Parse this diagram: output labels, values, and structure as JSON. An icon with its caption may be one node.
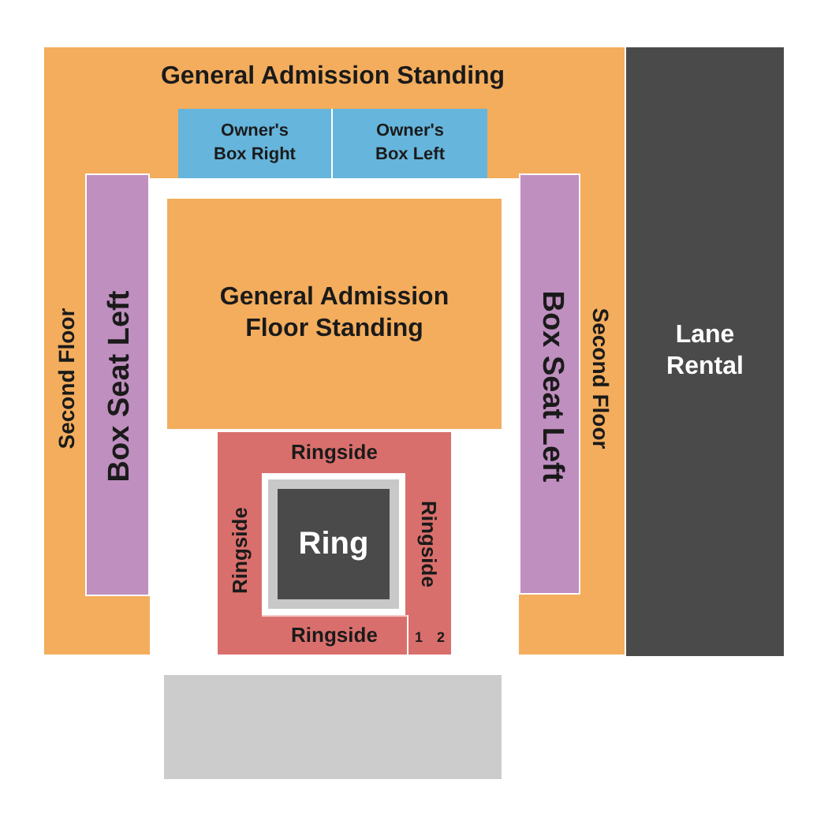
{
  "diagram": {
    "nodes": [
      {
        "text": [
          "General Admission Standing"
        ]
      },
      {
        "text": [
          "Owner's Box Right"
        ],
        "in": 0
      },
      {
        "text": [
          "Owner's Box Left"
        ],
        "in": 0
      },
      {
        "text": [
          "Second Floor"
        ]
      },
      {
        "text": [
          "Box Seat Left"
        ],
        "in": 3
      },
      {
        "text": [
          "General Admission Floor Standing"
        ]
      },
      {
        "text": [
          "Second Floor"
        ]
      },
      {
        "text": [
          "Box Seat Left"
        ],
        "in": 6
      },
      {
        "text": [
          "Lane Rental"
        ]
      },
      {
        "text": [
          "Ringside"
        ]
      },
      {
        "text": [
          "Ringside"
        ]
      },
      {
        "text": [
          "Ring"
        ]
      },
      {
        "text": [
          "Ringside"
        ]
      },
      {
        "text": [
          "Ringside"
        ]
      },
      {
        "text": [
          "1",
          "2"
        ]
      },
      {
        "text": [],
        "shape": "box"
      }
    ]
  }
}
